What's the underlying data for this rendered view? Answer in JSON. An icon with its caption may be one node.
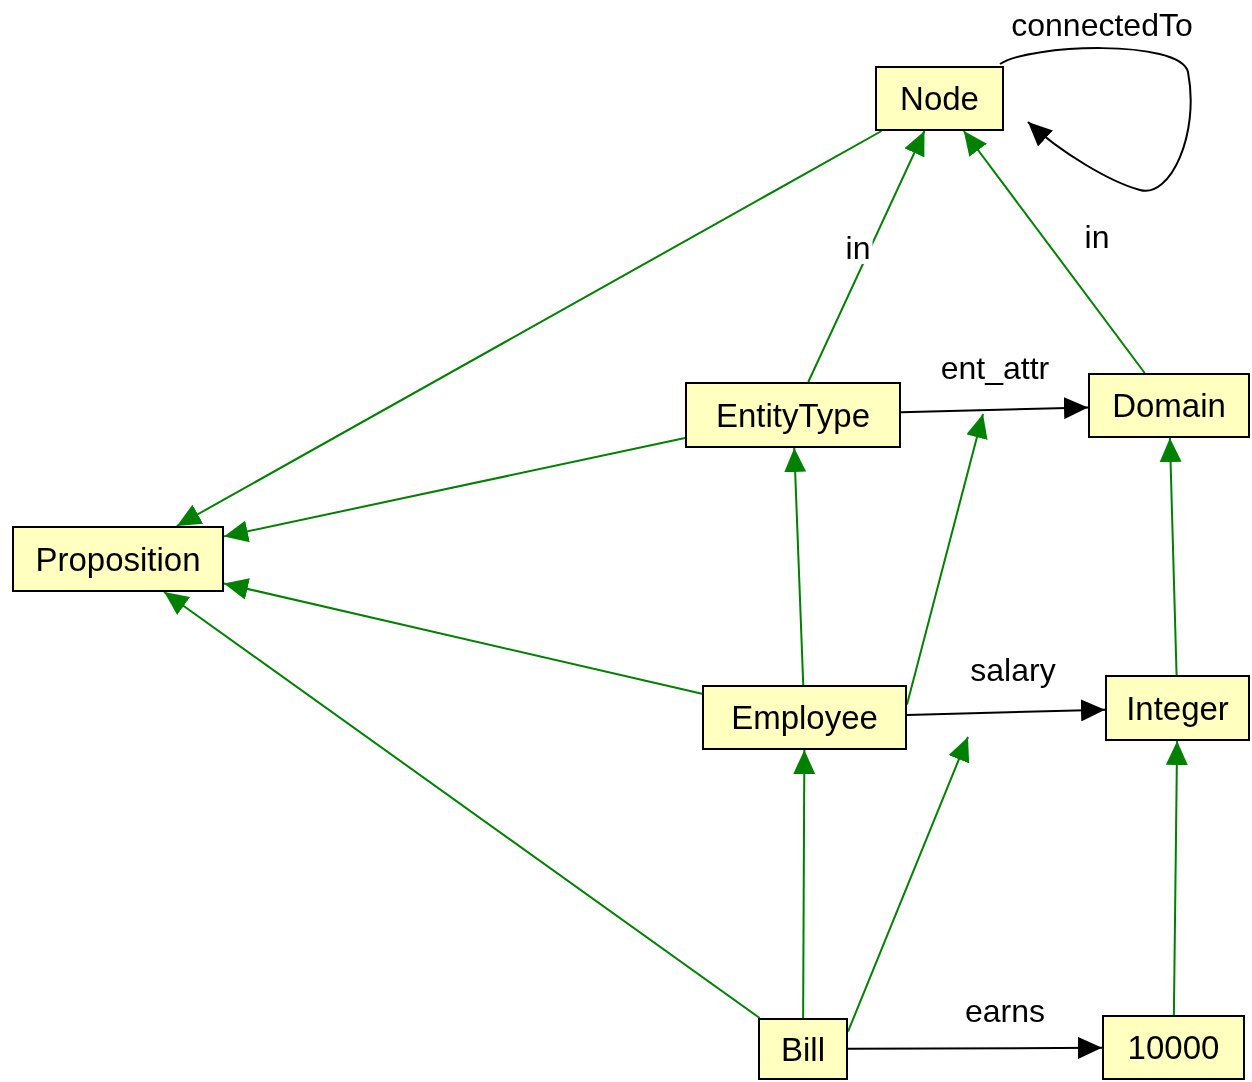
{
  "diagram": {
    "nodes": [
      {
        "text": [
          "Node"
        ]
      },
      {
        "text": [
          "Proposition"
        ]
      },
      {
        "text": [
          "EntityType"
        ]
      },
      {
        "text": [
          "Domain"
        ]
      },
      {
        "text": [
          "Employee"
        ]
      },
      {
        "text": [
          "Integer"
        ]
      },
      {
        "text": [
          "Bill"
        ]
      },
      {
        "text": [
          "10000"
        ]
      }
    ],
    "edges": [
      {
        "from": 0,
        "to": 1,
        "arrow": "to"
      },
      {
        "from": 2,
        "to": 1,
        "arrow": "to"
      },
      {
        "from": 4,
        "to": 1,
        "arrow": "to"
      },
      {
        "from": 6,
        "to": 1,
        "arrow": "to"
      },
      {
        "from": 2,
        "to": 0,
        "arrow": "to",
        "label": "in"
      },
      {
        "from": 3,
        "to": 0,
        "arrow": "to",
        "label": "in"
      },
      {
        "from": 0,
        "to": 0,
        "arrow": "to",
        "label": "connectedTo",
        "color": "#000000"
      },
      {
        "from": 2,
        "to": 3,
        "arrow": "to",
        "label": "ent_attr",
        "color": "#000000"
      },
      {
        "from": 4,
        "to": 2,
        "arrow": "to"
      },
      {
        "from": 4,
        "to": 5,
        "arrow": "to",
        "label": "salary",
        "color": "#000000"
      },
      {
        "from": 5,
        "to": 3,
        "arrow": "to"
      },
      {
        "from": 4,
        "to": null,
        "arrow": "to"
      },
      {
        "from": 6,
        "to": 4,
        "arrow": "to"
      },
      {
        "from": 6,
        "to": 7,
        "arrow": "to",
        "label": "earns",
        "color": "#000000"
      },
      {
        "from": 7,
        "to": 5,
        "arrow": "to"
      },
      {
        "from": 6,
        "to": null,
        "arrow": "to"
      }
    ]
  }
}
